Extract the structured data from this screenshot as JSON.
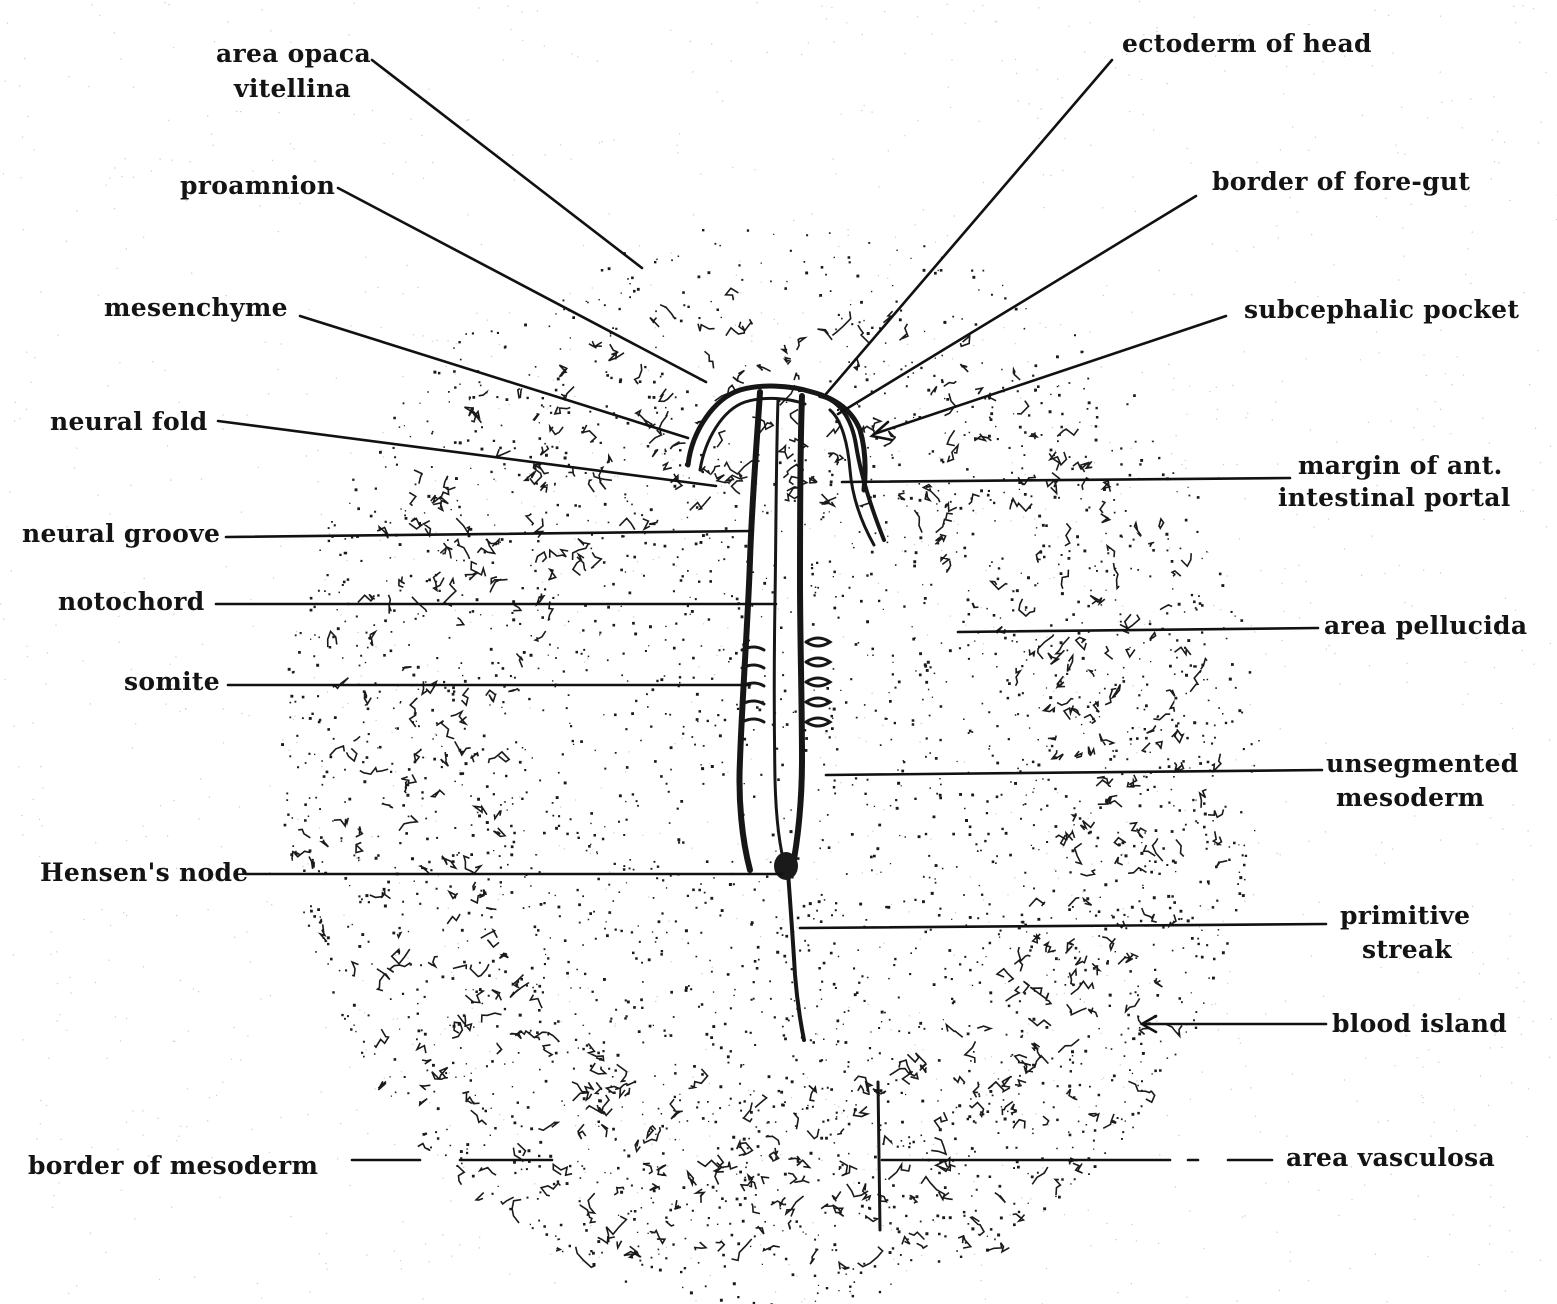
{
  "labels": {
    "area_opaca_vitellina": [
      "area opaca",
      "vitellina"
    ],
    "proamnion": "proamnion",
    "mesenchyme": "mesenchyme",
    "neural_fold": "neural fold",
    "neural_groove": "neural groove",
    "notochord": "notochord",
    "somite": "somite",
    "hensens_node": "Hensen's node",
    "border_of_mesoderm": "border of mesoderm",
    "ectoderm_of_head": "ectoderm of head",
    "border_of_fore_gut": "border of fore-gut",
    "subcephalic_pocket": "subcephalic pocket",
    "margin_of_ant_intestinal_portal": [
      "margin of ant.",
      "intestinal portal"
    ],
    "area_pellucida": "area pellucida",
    "unsegmented_mesoderm": [
      "unsegmented",
      "mesoderm"
    ],
    "primitive_streak": [
      "primitive",
      "streak"
    ],
    "blood_island": "blood island",
    "area_vasculosa": "area vasculosa"
  },
  "colors": {
    "background": "#ffffff",
    "ink": "#141414",
    "stipple": "#1a1a1a"
  }
}
